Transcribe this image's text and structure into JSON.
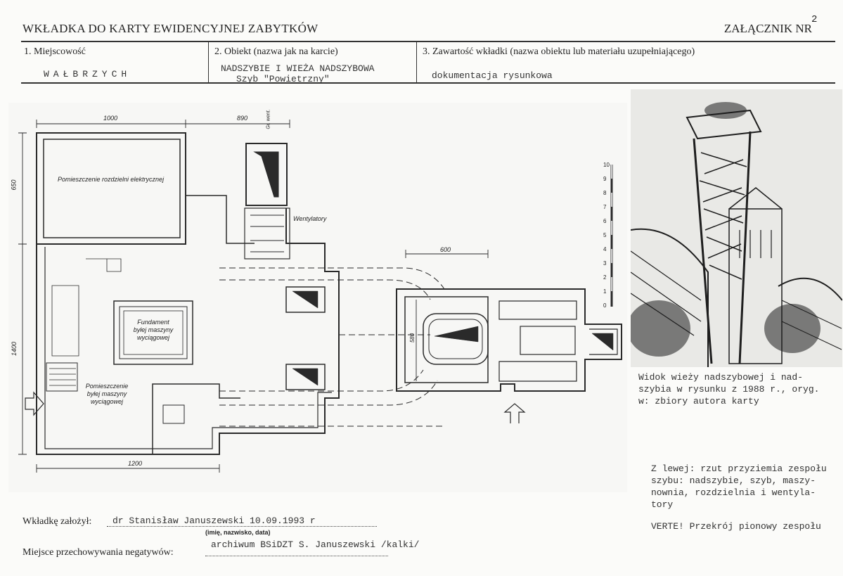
{
  "header": {
    "title": "WKŁADKA DO KARTY EWIDENCYJNEJ ZABYTKÓW",
    "annex_label": "ZAŁĄCZNIK NR",
    "annex_number": "2"
  },
  "fields": {
    "f1": {
      "label": "1.  Miejscowość",
      "value": "WAŁBRZYCH"
    },
    "f2": {
      "label": "2.  Obiekt (nazwa jak na karcie)",
      "value_line1": "NADSZYBIE I WIEŻA NADSZYBOWA",
      "value_line2": "Szyb \"Powietrzny\""
    },
    "f3": {
      "label": "3.  Zawartość wkładki (nazwa obiektu lub materiału uzupełniającego)",
      "value": "dokumentacja rysunkowa"
    }
  },
  "plan": {
    "dims": {
      "d1000": "1000",
      "d890": "890",
      "d650": "650",
      "d1400": "1400",
      "d1200": "1200",
      "d600": "600",
      "d580": "580",
      "dgen": "Gr. went."
    },
    "rooms": {
      "switchgear": "Pomieszczenie rozdzielni elektrycznej",
      "foundation_l1": "Fundament",
      "foundation_l2": "byłej maszyny",
      "foundation_l3": "wyciągowej",
      "machine_l1": "Pomieszczenie",
      "machine_l2": "byłej maszyny",
      "machine_l3": "wyciągowej",
      "fans": "Wentylatory"
    },
    "scale": [
      "10",
      "9",
      "8",
      "7",
      "6",
      "5",
      "4",
      "3",
      "2",
      "1",
      "0"
    ]
  },
  "photo_caption": {
    "line1": "Widok wieży nadszybowej i nad-",
    "line2": "szybia w rysunku z 1988 r., oryg.",
    "line3": "w: zbiory autora karty"
  },
  "notes": {
    "line1": "Z lewej: rzut przyziemia zespołu",
    "line2": "szybu: nadszybie, szyb, maszy-",
    "line3": "nownia, rozdzielnia i wentyla-",
    "line4": "tory",
    "line5": "VERTE! Przekrój pionowy zespołu"
  },
  "footer": {
    "created_label": "Wkładkę założył:",
    "created_value": "dr Stanisław Januszewski 10.09.1993 r",
    "created_hint": "(imię, nazwisko, data)",
    "storage_label": "Miejsce przechowywania negatywów:",
    "storage_value": "archiwum BSiDZT S. Januszewski /kalki/"
  }
}
